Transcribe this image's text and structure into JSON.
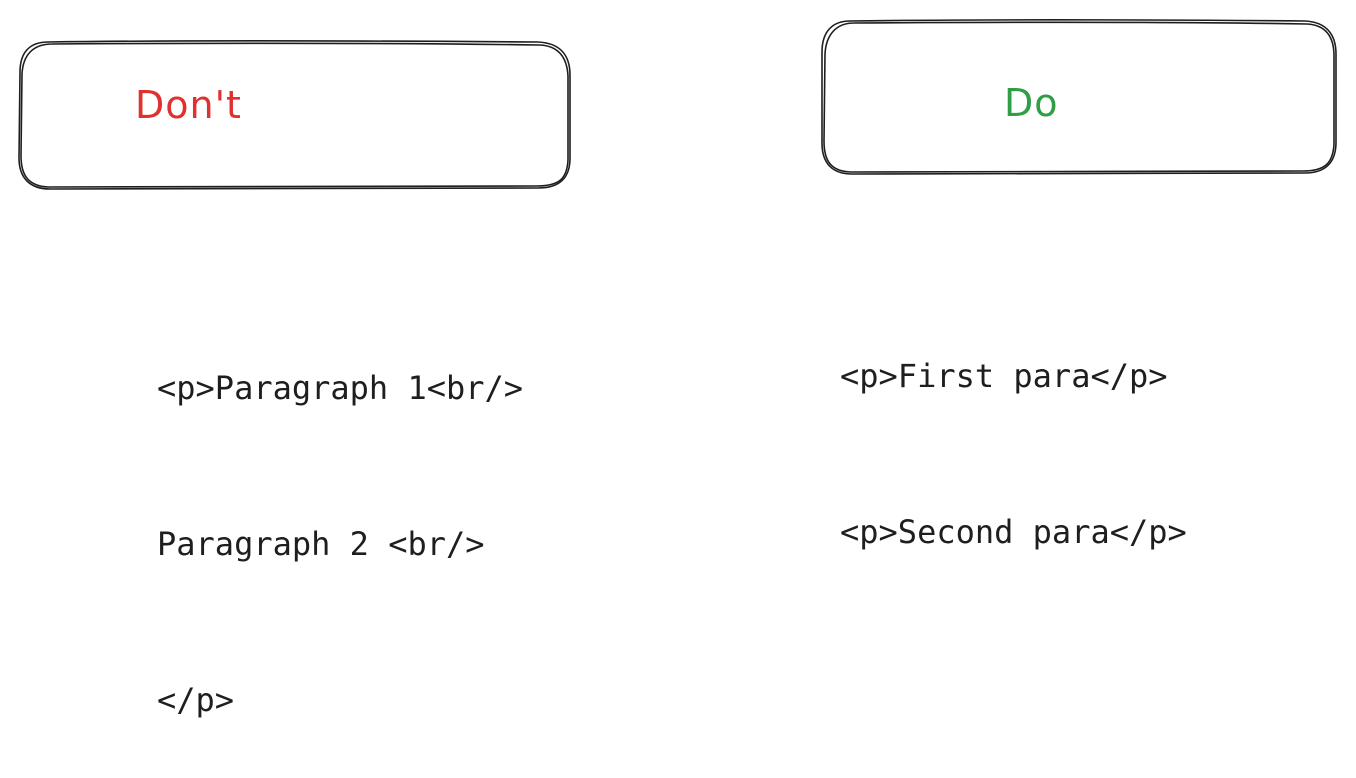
{
  "dont_panel": {
    "label": "Don't",
    "label_color": "#e03131",
    "code_lines": [
      "<p>Paragraph 1<br/>",
      "Paragraph 2 <br/>",
      "</p>"
    ]
  },
  "do_panel": {
    "label": "Do",
    "label_color": "#2f9e44",
    "code_lines": [
      "<p>First para</p>",
      "<p>Second para</p>"
    ]
  },
  "stroke_color": "#1e1e1e"
}
